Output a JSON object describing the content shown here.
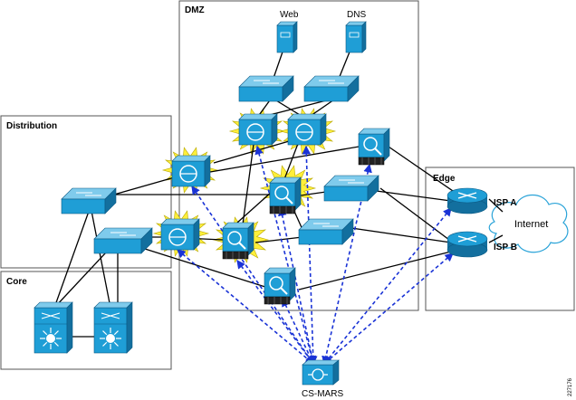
{
  "zones": {
    "dmz": "DMZ",
    "distribution": "Distribution",
    "core": "Core",
    "edge": "Edge"
  },
  "devices": {
    "web_server": "Web",
    "dns_server": "DNS",
    "isp_a": "ISP A",
    "isp_b": "ISP B",
    "cloud": "Internet",
    "mars": "CS-MARS"
  },
  "figure_code": "227176",
  "colors": {
    "device": "#1f9ed6",
    "device_dark": "#136f9e",
    "device_top": "#7fcbec",
    "alert": "#ffef3a",
    "monitor_link": "#1a33d6"
  },
  "icons": [
    "switch-icon",
    "firewall-icon",
    "ids-sensor-icon",
    "router-icon",
    "server-icon",
    "multilayer-switch-icon",
    "cloud-icon",
    "mars-appliance-icon"
  ]
}
